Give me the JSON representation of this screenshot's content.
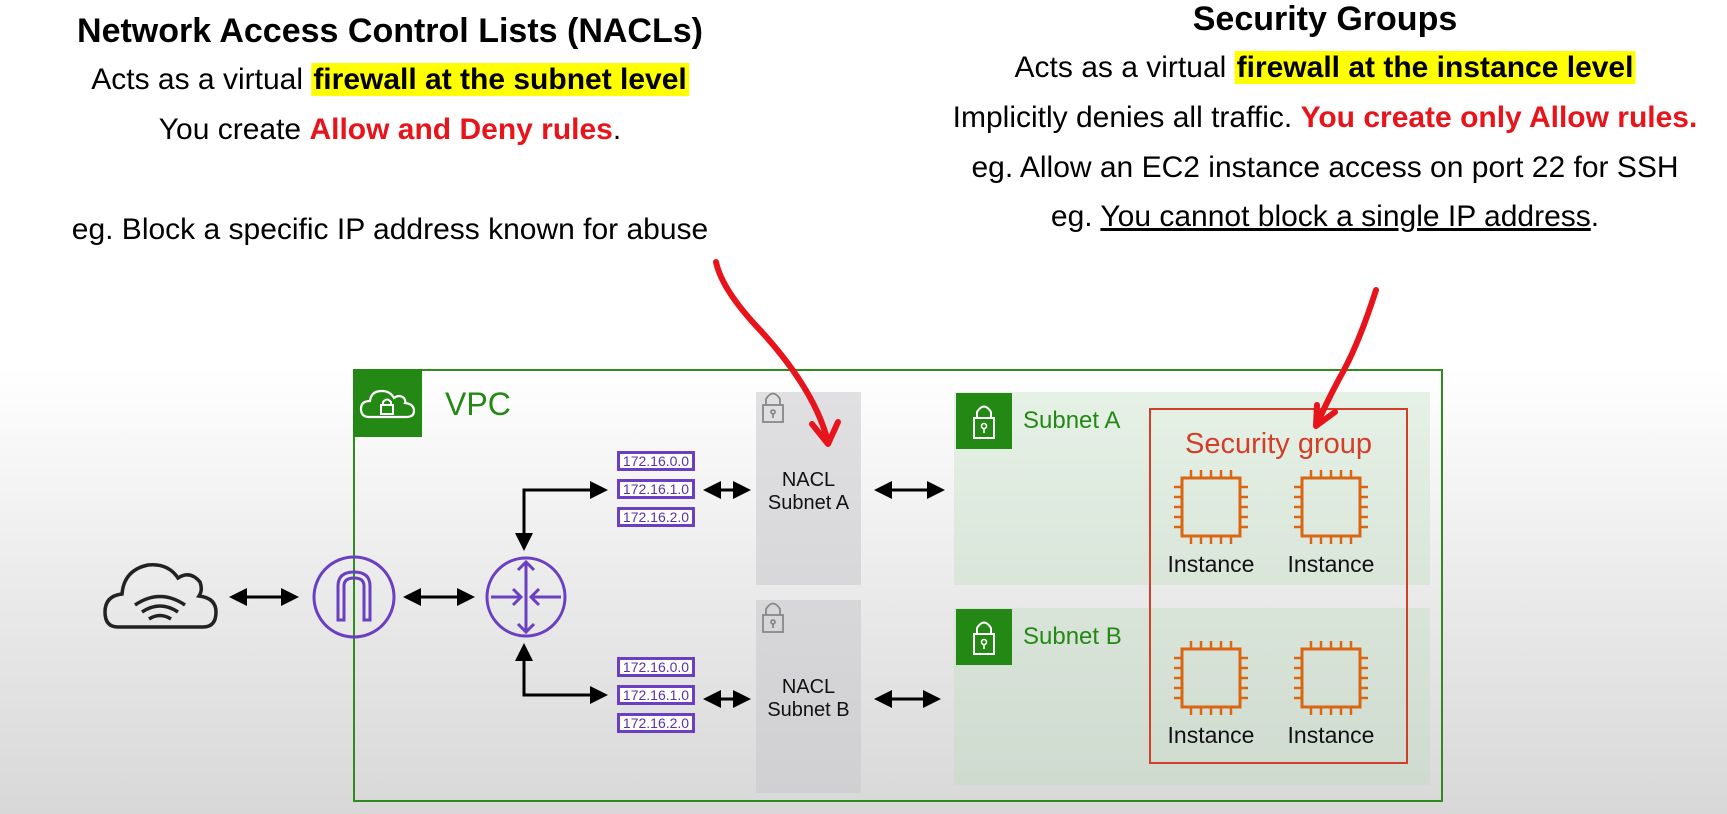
{
  "nacl_section": {
    "title": "Network Access Control Lists (NACLs)",
    "line1_prefix": "Acts as a virtual ",
    "line1_highlight": "firewall at the subnet level",
    "line2_prefix": "You create ",
    "line2_red": "Allow and Deny rules",
    "line2_suffix": ".",
    "example": "eg. Block a specific IP address known for abuse"
  },
  "sg_section": {
    "title": "Security Groups",
    "line1_prefix": "Acts as a virtual ",
    "line1_highlight": "firewall at the instance level",
    "line2_prefix": "Implicitly denies all traffic. ",
    "line2_red": "You create only Allow rules.",
    "example1": "eg. Allow an EC2 instance access on port 22 for SSH",
    "example2_prefix": "eg. ",
    "example2_underlined": "You cannot block a single IP address",
    "example2_suffix": "."
  },
  "diagram": {
    "vpc_label": "VPC",
    "nacl_a": {
      "line1": "NACL",
      "line2": "Subnet A"
    },
    "nacl_b": {
      "line1": "NACL",
      "line2": "Subnet B"
    },
    "subnet_a_label": "Subnet A",
    "subnet_b_label": "Subnet B",
    "security_group_label": "Security group",
    "route_table_a": [
      "172.16.0.0",
      "172.16.1.0",
      "172.16.2.0"
    ],
    "route_table_b": [
      "172.16.0.0",
      "172.16.1.0",
      "172.16.2.0"
    ],
    "instances": [
      "Instance",
      "Instance",
      "Instance",
      "Instance"
    ],
    "icons": [
      "internet-cloud-icon",
      "internet-gateway-icon",
      "router-icon",
      "vpc-cloud-lock-icon",
      "padlock-icon",
      "ec2-chip-icon"
    ],
    "colors": {
      "vpc_green": "#248814",
      "network_purple": "#6a3fc1",
      "security_group_red": "#d13f28",
      "instance_orange": "#d86613",
      "annotation_red": "#e8141c",
      "highlight_yellow": "#ffff00"
    }
  }
}
